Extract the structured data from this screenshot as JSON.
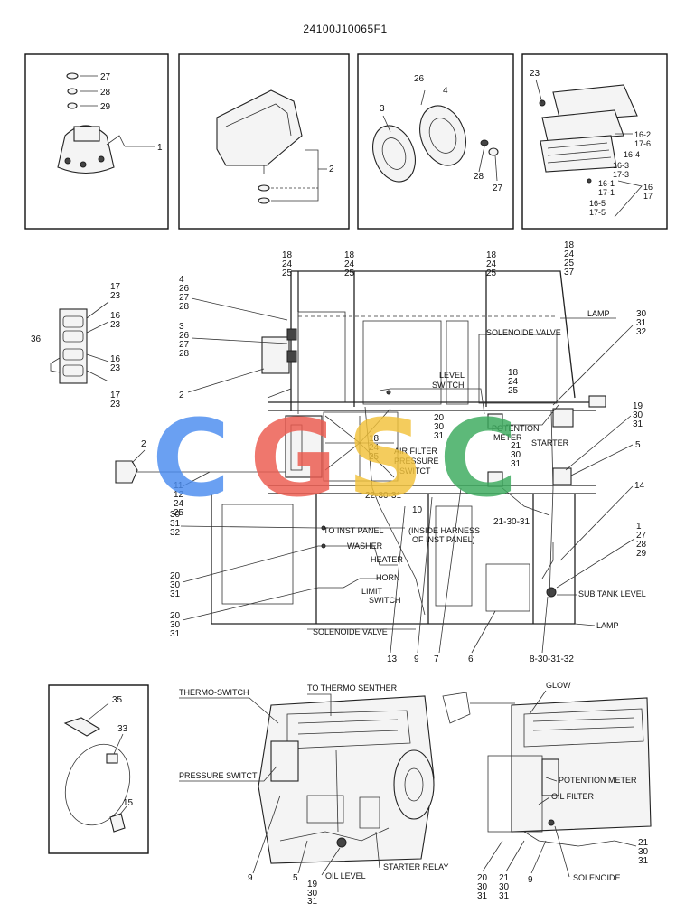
{
  "title": "24100J10065F1",
  "watermark": [
    {
      "char": "C",
      "color": "#4a8cf0"
    },
    {
      "char": "G",
      "color": "#ec5a4e"
    },
    {
      "char": "S",
      "color": "#f2c23a"
    },
    {
      "char": "C",
      "color": "#3aaa5c"
    }
  ],
  "labels": {
    "p1": {
      "a": "27",
      "b": "28",
      "c": "29",
      "d": "1"
    },
    "p2": {
      "a": "2"
    },
    "p3": {
      "a": "26",
      "b": "4",
      "c": "3",
      "d": "28",
      "e": "27"
    },
    "p4": {
      "a": "23",
      "b": "16-2",
      "c": "17-6",
      "d": "16-4",
      "e": "16-3",
      "f": "17-3",
      "g": "16-1",
      "h": "17-1",
      "i": "16-5",
      "j": "17-5",
      "k": "16",
      "l": "17"
    },
    "main": {
      "top1": [
        "18",
        "24",
        "25"
      ],
      "top2": [
        "18",
        "24",
        "25"
      ],
      "top3": [
        "18",
        "24",
        "25"
      ],
      "top4": [
        "18",
        "24",
        "25",
        "37"
      ],
      "left1": [
        "4",
        "26",
        "27",
        "28"
      ],
      "left2": [
        "3",
        "26",
        "27",
        "28"
      ],
      "sw1": [
        "17",
        "23"
      ],
      "sw2": [
        "16",
        "23"
      ],
      "sw3": [
        "16",
        "23"
      ],
      "sw4": [
        "17",
        "23"
      ],
      "sw5": "36",
      "r1": [
        "30",
        "31",
        "32"
      ],
      "r2": [
        "18",
        "24",
        "25"
      ],
      "r3": [
        "19",
        "30",
        "31"
      ],
      "r4": "5",
      "r5": "14",
      "r6": [
        "1",
        "27",
        "28",
        "29"
      ],
      "c1": [
        "20",
        "30",
        "31"
      ],
      "c2": [
        "18",
        "24",
        "25"
      ],
      "c3": [
        "21",
        "30",
        "31"
      ],
      "c4": "21-30-31",
      "c5": "22-30-31",
      "c6": "10",
      "lamp_top": "LAMP",
      "solenoid_top": "SOLENOIDE VALVE",
      "level_switch": "LEVEL\nSWITCH",
      "potention_meter": "POTENTION\nMETER",
      "starter": "STARTER",
      "air_filter": "AIR FILTER\nPRESSURE\nSWITCT",
      "to_inst_panel": "TO INST PANEL",
      "inside_harness": "INSIDE HARNESS\nOF INST PANEL",
      "washer": "WASHER",
      "heater": "HEATER",
      "horn": "HORN",
      "limit_switch": "LIMIT\nSWITCH",
      "sub_tank_level": "SUB TANK LEVEL",
      "lamp_bottom": "LAMP",
      "solenoid_bottom": "SOLENOIDE VALVE",
      "l2": "2",
      "l2b": "2",
      "l11": [
        "11",
        "12",
        "24",
        "25"
      ],
      "l30": [
        "30",
        "31",
        "32"
      ],
      "l20a": [
        "20",
        "30",
        "31"
      ],
      "l20b": [
        "20",
        "30",
        "31"
      ],
      "b13": "13",
      "b9": "9",
      "b7": "7",
      "b6": "6",
      "b8": "8-30-31-32"
    },
    "p5": {
      "a": "35",
      "b": "33",
      "c": "15"
    },
    "eng1": {
      "thermo": "THERMO-SWITCH",
      "to_thermo": "TO THERMO SENTHER",
      "pressure": "PRESSURE SWITCT",
      "starter_relay": "STARTER RELAY",
      "oil_level": "OIL LEVEL",
      "n9": "9",
      "n5": "5",
      "n19": [
        "19",
        "30",
        "31"
      ]
    },
    "eng2": {
      "glow": "GLOW",
      "potention": "POTENTION METER",
      "oil_filter": "OIL FILTER",
      "solenoide": "SOLENOIDE",
      "n21a": [
        "21",
        "30",
        "31"
      ],
      "n20": [
        "20",
        "30",
        "31"
      ],
      "n21b": [
        "21",
        "30",
        "31"
      ],
      "n9": "9"
    }
  }
}
